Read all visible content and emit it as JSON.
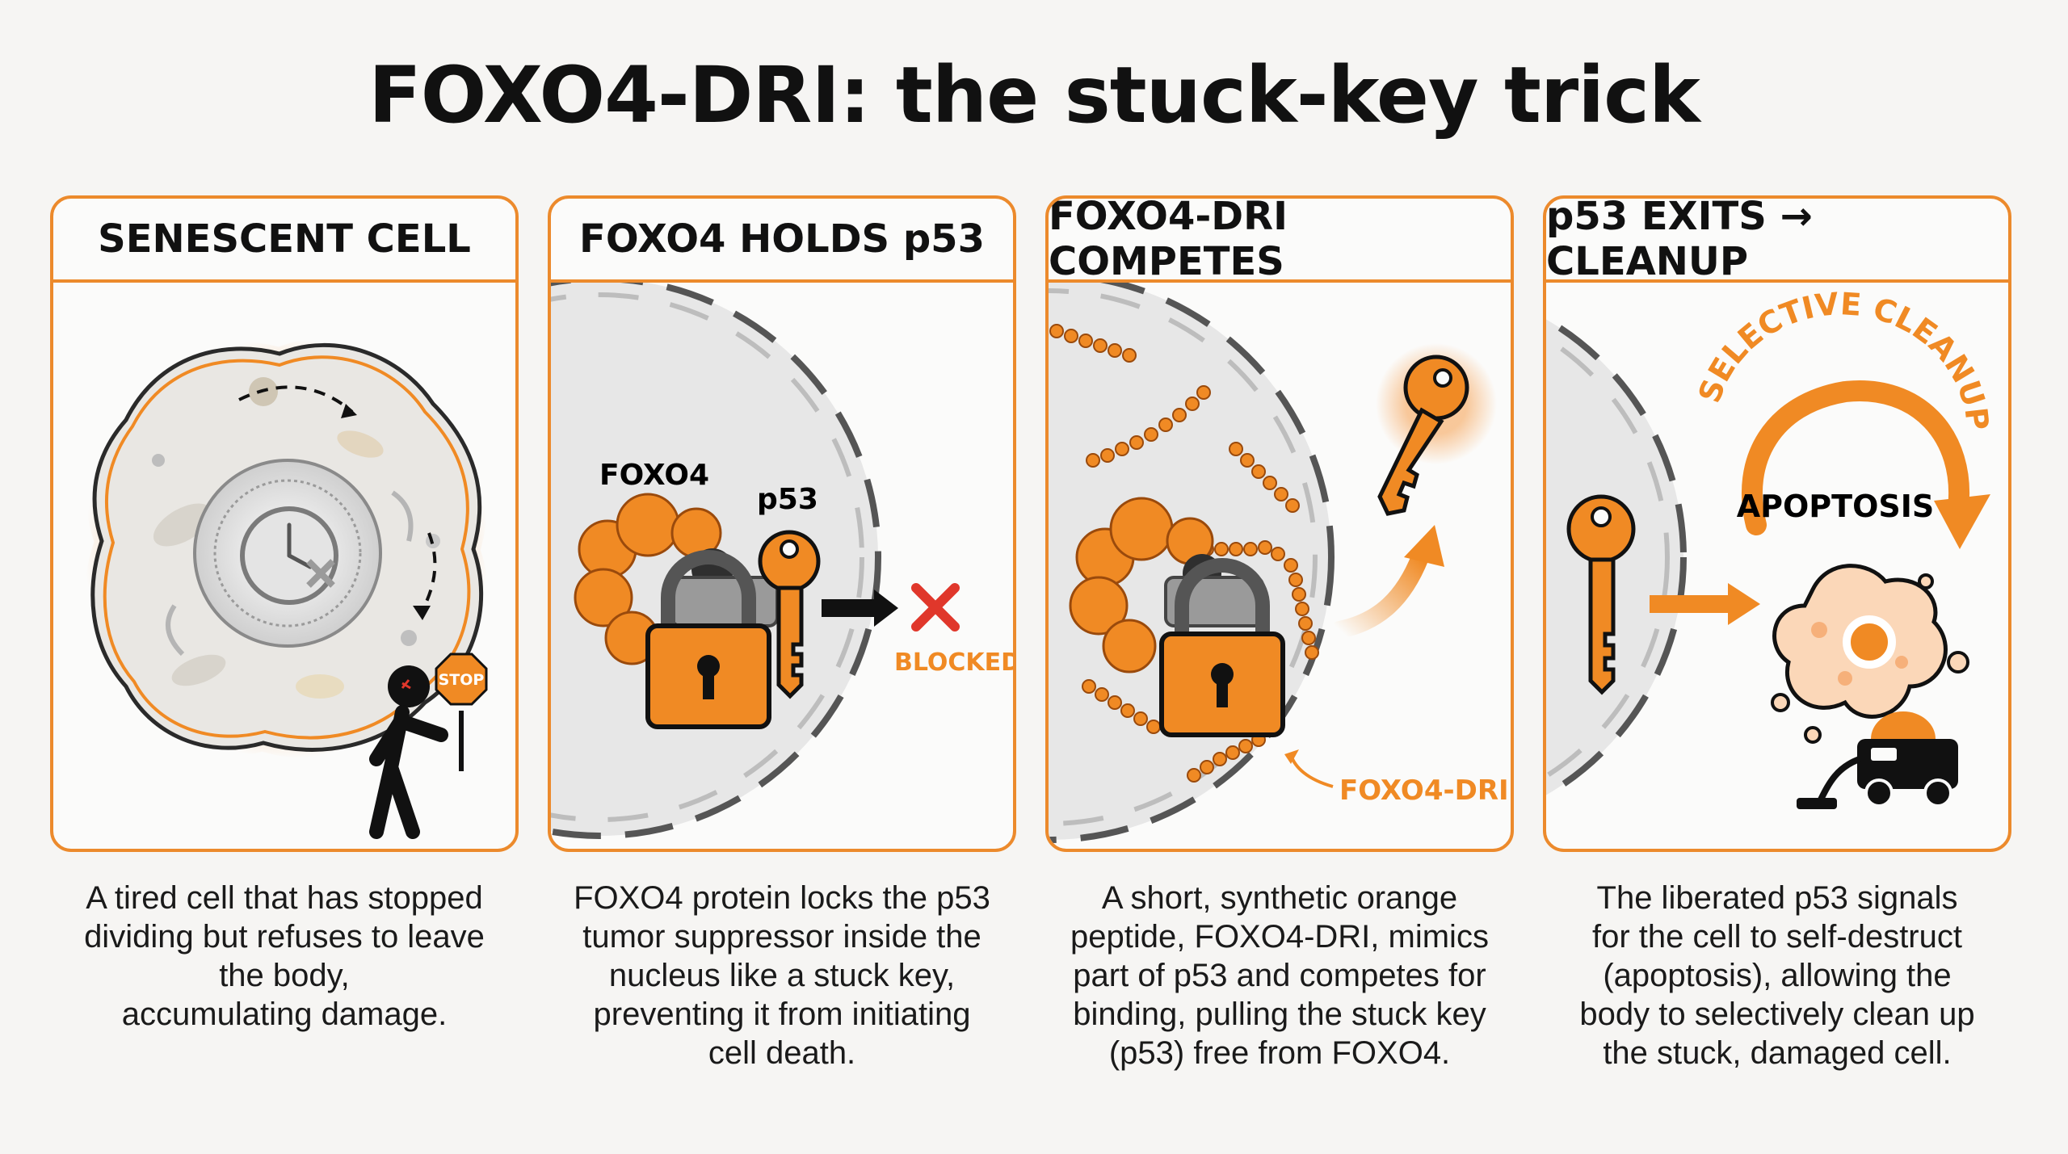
{
  "title": "FOXO4-DRI: the stuck-key trick",
  "panels": [
    {
      "heading": "SENESCENT CELL",
      "caption": "A tired cell that has stopped\ndividing but refuses to leave\nthe body,\naccumulating damage.",
      "labels": {
        "stop": "STOP"
      }
    },
    {
      "heading": "FOXO4 HOLDS p53",
      "caption": "FOXO4 protein locks the p53\ntumor suppressor inside the\nnucleus like a stuck key,\npreventing it from initiating\ncell death.",
      "labels": {
        "foxo4": "FOXO4",
        "p53": "p53",
        "blocked": "BLOCKED"
      }
    },
    {
      "heading": "FOXO4-DRI COMPETES",
      "caption": "A short, synthetic orange\npeptide, FOXO4-DRI, mimics\npart of p53 and competes for\nbinding, pulling the stuck key\n(p53) free from FOXO4.",
      "labels": {
        "dri": "FOXO4-DRI"
      }
    },
    {
      "heading": "p53 EXITS → CLEANUP",
      "caption": "The liberated p53 signals\nfor the cell to self-destruct\n(apoptosis), allowing the\nbody to selectively clean up\nthe stuck, damaged cell.",
      "labels": {
        "selective": "SELECTIVE CLEANUP",
        "apoptosis": "APOPTOSIS"
      }
    }
  ],
  "colors": {
    "accent": "#ec8a2c",
    "orange": "#f08a24",
    "red": "#e0372b",
    "dark": "#111111",
    "gray": "#9a9a9a"
  },
  "icons": [
    "clock-icon",
    "stop-sign-icon",
    "padlock-icon",
    "key-icon",
    "x-mark-icon",
    "arrow-icon",
    "vacuum-cleaner-icon"
  ]
}
